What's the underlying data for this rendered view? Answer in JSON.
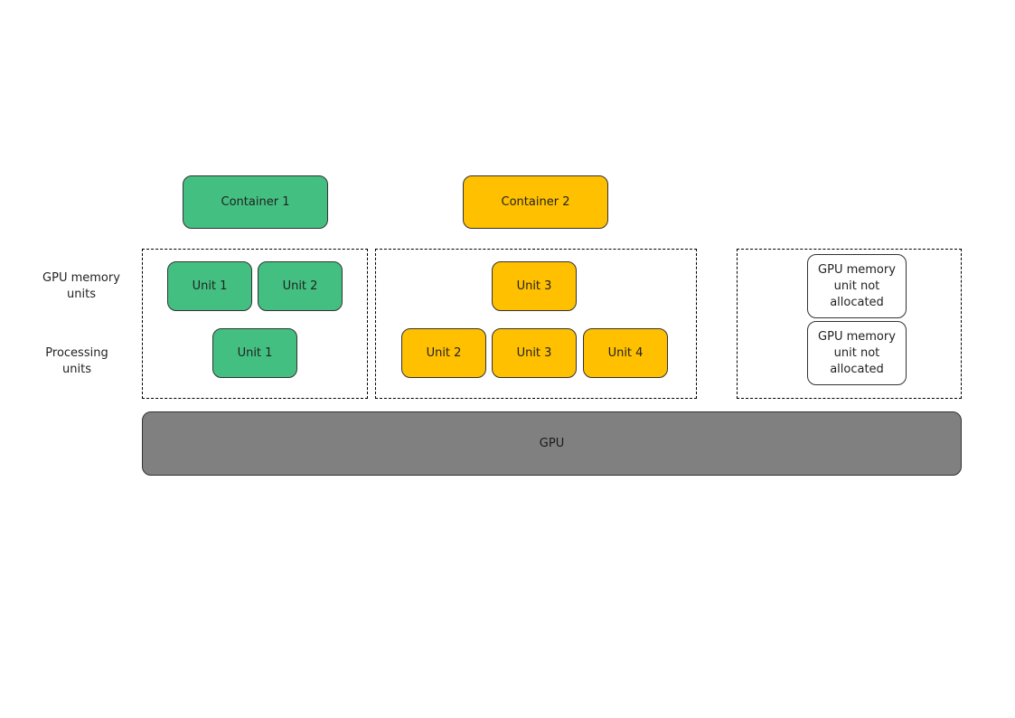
{
  "colors": {
    "container1": "#43c081",
    "container2": "#ffc000",
    "gpu": "#808080",
    "unallocated": "#ffffff"
  },
  "row_labels": {
    "memory": "GPU memory\nunits",
    "processing": "Processing\nunits"
  },
  "containers": [
    {
      "label": "Container 1",
      "memory_units": [
        "Unit 1",
        "Unit 2"
      ],
      "processing_units": [
        "Unit 1"
      ]
    },
    {
      "label": "Container 2",
      "memory_units": [
        "Unit 3"
      ],
      "processing_units": [
        "Unit 2",
        "Unit 3",
        "Unit 4"
      ]
    }
  ],
  "unallocated": {
    "memory_unit": "GPU memory\nunit not\nallocated",
    "processing_unit": "GPU memory\nunit not\nallocated"
  },
  "gpu": {
    "label": "GPU"
  }
}
